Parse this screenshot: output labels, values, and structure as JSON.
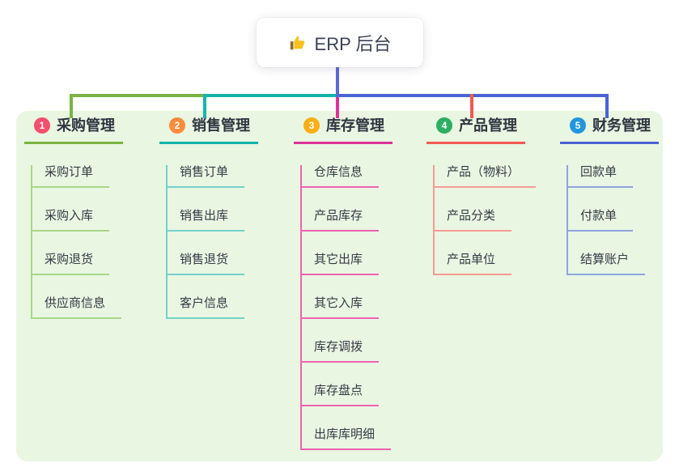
{
  "root": {
    "label": "ERP 后台",
    "icon": "thumbs-up"
  },
  "colors": {
    "trunk": "#5b68d8",
    "panel_bg": "#e9f6e2",
    "card_bg": "#ffffff",
    "title_text": "#2f3540",
    "child_text": "#333b44"
  },
  "branches": [
    {
      "num": "1",
      "title": "采购管理",
      "color": "#7cb342",
      "child_color": "#a9d687",
      "badge_color": "#f4506c",
      "children": [
        "采购订单",
        "采购入库",
        "采购退货",
        "供应商信息"
      ]
    },
    {
      "num": "2",
      "title": "销售管理",
      "color": "#12b5a8",
      "child_color": "#74d2c8",
      "badge_color": "#fa8c3c",
      "children": [
        "销售订单",
        "销售出库",
        "销售退货",
        "客户信息"
      ]
    },
    {
      "num": "3",
      "title": "库存管理",
      "color": "#dd3398",
      "child_color": "#ef63b0",
      "badge_color": "#fbae17",
      "children": [
        "仓库信息",
        "产品库存",
        "其它出库",
        "其它入库",
        "库存调拨",
        "库存盘点",
        "出库库明细"
      ]
    },
    {
      "num": "4",
      "title": "产品管理",
      "color": "#f15a50",
      "child_color": "#f79a93",
      "badge_color": "#2daf62",
      "children": [
        "产品（物料）",
        "产品分类",
        "产品单位"
      ]
    },
    {
      "num": "5",
      "title": "财务管理",
      "color": "#4a63d4",
      "child_color": "#8fa3e0",
      "badge_color": "#2396db",
      "children": [
        "回款单",
        "付款单",
        "结算账户"
      ]
    }
  ]
}
